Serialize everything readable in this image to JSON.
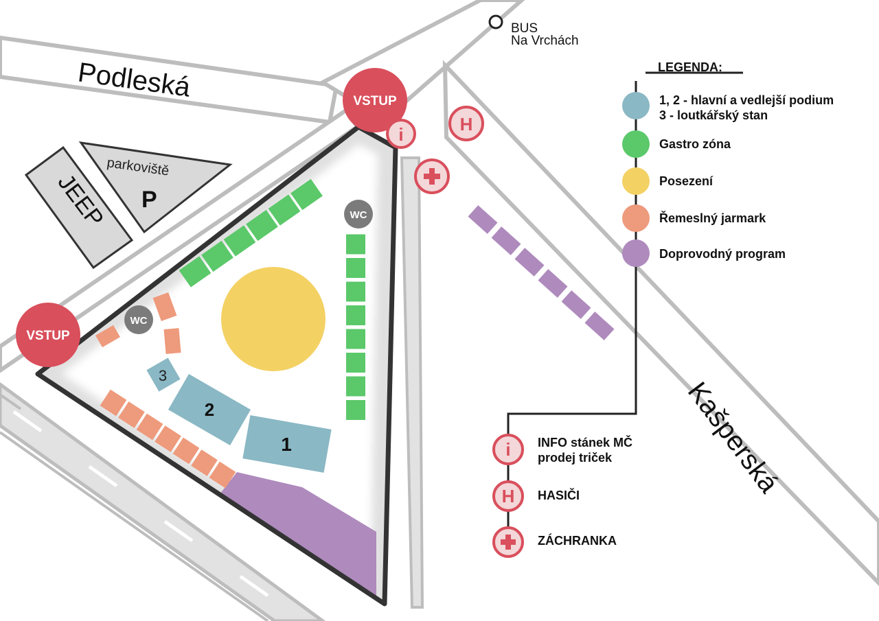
{
  "streets": {
    "podleska": "Podleská",
    "kasperska": "Kašperská"
  },
  "bus": {
    "line1": "BUS",
    "line2": "Na Vrchách"
  },
  "entrances": {
    "top": "VSTUP",
    "left": "VSTUP"
  },
  "parking": {
    "label": "parkoviště",
    "symbol": "P",
    "jeep": "JEEP"
  },
  "stages": {
    "one": "1",
    "two": "2",
    "three": "3"
  },
  "toilets": {
    "label": "WC"
  },
  "legend": {
    "title": "LEGENDA:",
    "items": [
      {
        "line1": "1, 2 - hlavní a vedlejší podium",
        "line2": "3 - loutkářský stan",
        "color": "#8ab8c4"
      },
      {
        "line1": "Gastro zóna",
        "color": "#5bc86a"
      },
      {
        "line1": "Posezení",
        "color": "#f3d163"
      },
      {
        "line1": "Řemeslný jarmark",
        "color": "#ee9a7c"
      },
      {
        "line1": "Doprovodný program",
        "color": "#ae8abd"
      }
    ],
    "services": [
      {
        "icon": "info-icon",
        "symbol": "i",
        "line1": "INFO stánek MČ",
        "line2": "prodej triček"
      },
      {
        "icon": "firefighters-icon",
        "symbol": "H",
        "line1": "HASIČI"
      },
      {
        "icon": "ambulance-icon",
        "symbol": "+",
        "line1": "ZÁCHRANKA"
      }
    ]
  },
  "colors": {
    "stage": "#8ab8c4",
    "gastro": "#5bc86a",
    "seating": "#f3d163",
    "craft": "#ee9a7c",
    "program": "#ae8abd",
    "entrance": "#d94f5c",
    "road": "#c8c8c8",
    "parking": "#d9d9d9"
  }
}
